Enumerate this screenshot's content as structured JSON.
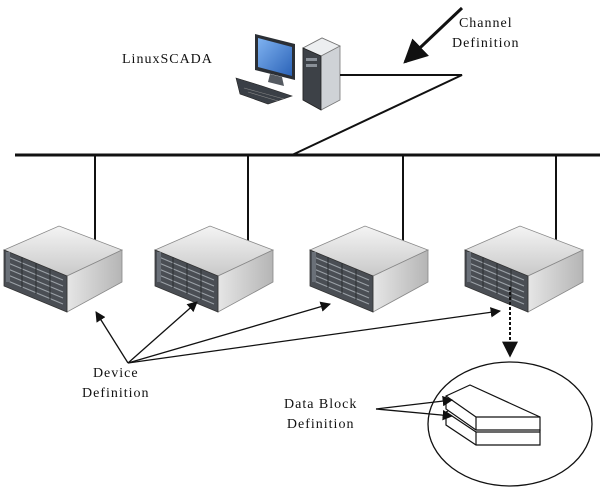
{
  "labels": {
    "computer": "LinuxSCADA",
    "channel_line1": "Channel",
    "channel_line2": "Definition",
    "device_line1": "Device",
    "device_line2": "Definition",
    "datablock_line1": "Data Block",
    "datablock_line2": "Definition"
  },
  "devices": [
    {
      "icon": "rack-server-icon"
    },
    {
      "icon": "rack-server-icon"
    },
    {
      "icon": "rack-server-icon"
    },
    {
      "icon": "rack-server-icon"
    }
  ],
  "colors": {
    "line": "#111111",
    "server_body": "#d8d8d8",
    "server_front": "#4a4e54",
    "monitor_screen": "#3b7bd4"
  }
}
